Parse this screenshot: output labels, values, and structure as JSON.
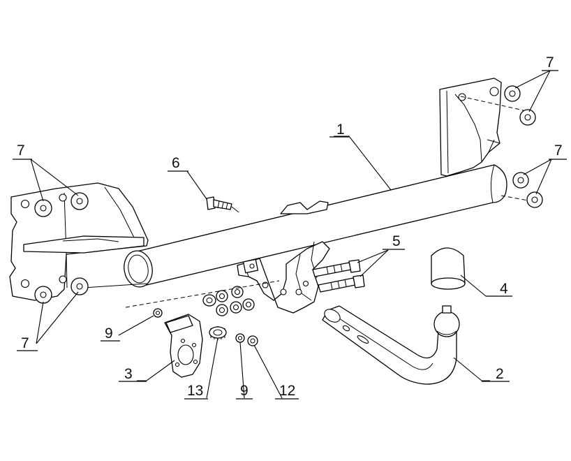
{
  "diagram": {
    "labels": {
      "part_1": "1",
      "part_2": "2",
      "part_3": "3",
      "part_4": "4",
      "part_5": "5",
      "part_6": "6",
      "part_7_top_right": "7",
      "part_7_mid_right": "7",
      "part_7_top_left": "7",
      "part_7_bottom_left": "7",
      "part_9_left": "9",
      "part_9_bottom": "9",
      "part_12": "12",
      "part_13": "13"
    },
    "colors": {
      "line": "#000000",
      "background": "#ffffff"
    }
  }
}
